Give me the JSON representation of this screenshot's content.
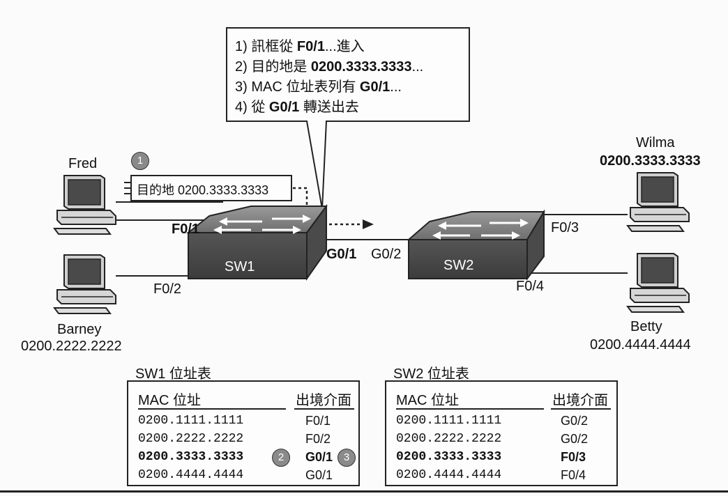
{
  "callout": {
    "lines": [
      {
        "num": "1)",
        "text": "訊框從 ",
        "bold": "F0/1",
        "tail": "...進入"
      },
      {
        "num": "2)",
        "text": "目的地是 ",
        "bold": "0200.3333.3333",
        "tail": "..."
      },
      {
        "num": "3)",
        "text": "MAC 位址表列有 ",
        "bold": "G0/1",
        "tail": "..."
      },
      {
        "num": "4)",
        "text": "從 ",
        "bold": "G0/1",
        "tail": " 轉送出去"
      }
    ]
  },
  "frame_label": "目的地 0200.3333.3333",
  "badges": {
    "one": "1",
    "two": "2",
    "three": "3"
  },
  "hosts": {
    "fred": {
      "name": "Fred"
    },
    "barney": {
      "name": "Barney",
      "mac": "0200.2222.2222"
    },
    "wilma": {
      "name": "Wilma",
      "mac": "0200.3333.3333"
    },
    "betty": {
      "name": "Betty",
      "mac": "0200.4444.4444"
    }
  },
  "switches": {
    "sw1": "SW1",
    "sw2": "SW2"
  },
  "ports": {
    "sw1_f01": "F0/1",
    "sw1_f02": "F0/2",
    "sw1_g01": "G0/1",
    "sw2_g02": "G0/2",
    "sw2_f03": "F0/3",
    "sw2_f04": "F0/4"
  },
  "sw1_table": {
    "title": "SW1 位址表",
    "col_mac": "MAC 位址",
    "col_port": "出境介面",
    "rows": [
      {
        "mac": "0200.1111.1111",
        "port": "F0/1",
        "bold": false
      },
      {
        "mac": "0200.2222.2222",
        "port": "F0/2",
        "bold": false
      },
      {
        "mac": "0200.3333.3333",
        "port": "G0/1",
        "bold": true
      },
      {
        "mac": "0200.4444.4444",
        "port": "G0/1",
        "bold": false
      }
    ]
  },
  "sw2_table": {
    "title": "SW2 位址表",
    "col_mac": "MAC 位址",
    "col_port": "出境介面",
    "rows": [
      {
        "mac": "0200.1111.1111",
        "port": "G0/2",
        "bold": false
      },
      {
        "mac": "0200.2222.2222",
        "port": "G0/2",
        "bold": false
      },
      {
        "mac": "0200.3333.3333",
        "port": "F0/3",
        "bold": true
      },
      {
        "mac": "0200.4444.4444",
        "port": "F0/4",
        "bold": false
      }
    ]
  }
}
